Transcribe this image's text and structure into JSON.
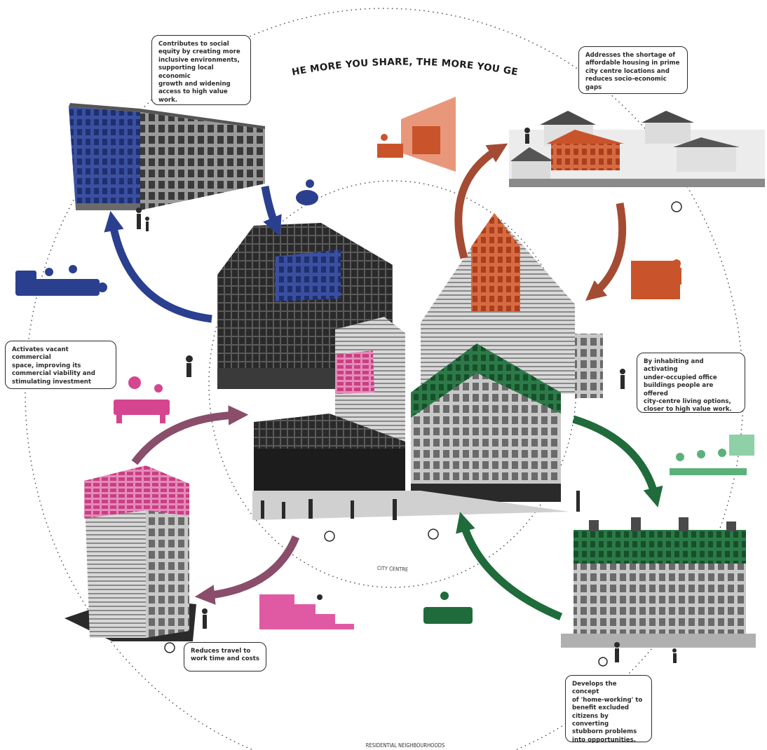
{
  "diagram": {
    "title": "THE MORE YOU SHARE, THE MORE YOU GET",
    "inner_ring_label": "CITY CENTRE",
    "outer_ring_label": "RESIDENTIAL NEIGHBOURHOODS",
    "colors": {
      "blue": "#2b3f8f",
      "orange": "#c9542b",
      "green": "#1f6b3b",
      "pink": "#d6458f",
      "mauve": "#8a4d6a",
      "ink": "#2b2b2b"
    },
    "callouts": {
      "social_equity": "Contributes to social\nequity by creating more\ninclusive environments,\nsupporting local economic\ngrowth and widening\naccess to high value work.",
      "affordable_housing": "Addresses the shortage of\naffordable housing in prime\ncity centre locations and\nreduces socio-economic gaps",
      "vacant_space": "Activates vacant commercial\nspace, improving its\ncommercial viability and\nstimulating investment",
      "office_buildings": "By inhabiting and activating\nunder-occupied office\nbuildings people are offered\ncity-centre living options,\ncloser to high value work.",
      "travel_time": "Reduces travel to\nwork time and costs",
      "home_working": "Develops the concept\nof 'home-working' to\nbenefit excluded\ncitizens by converting\nstubborn problems\ninto opportunities."
    }
  }
}
